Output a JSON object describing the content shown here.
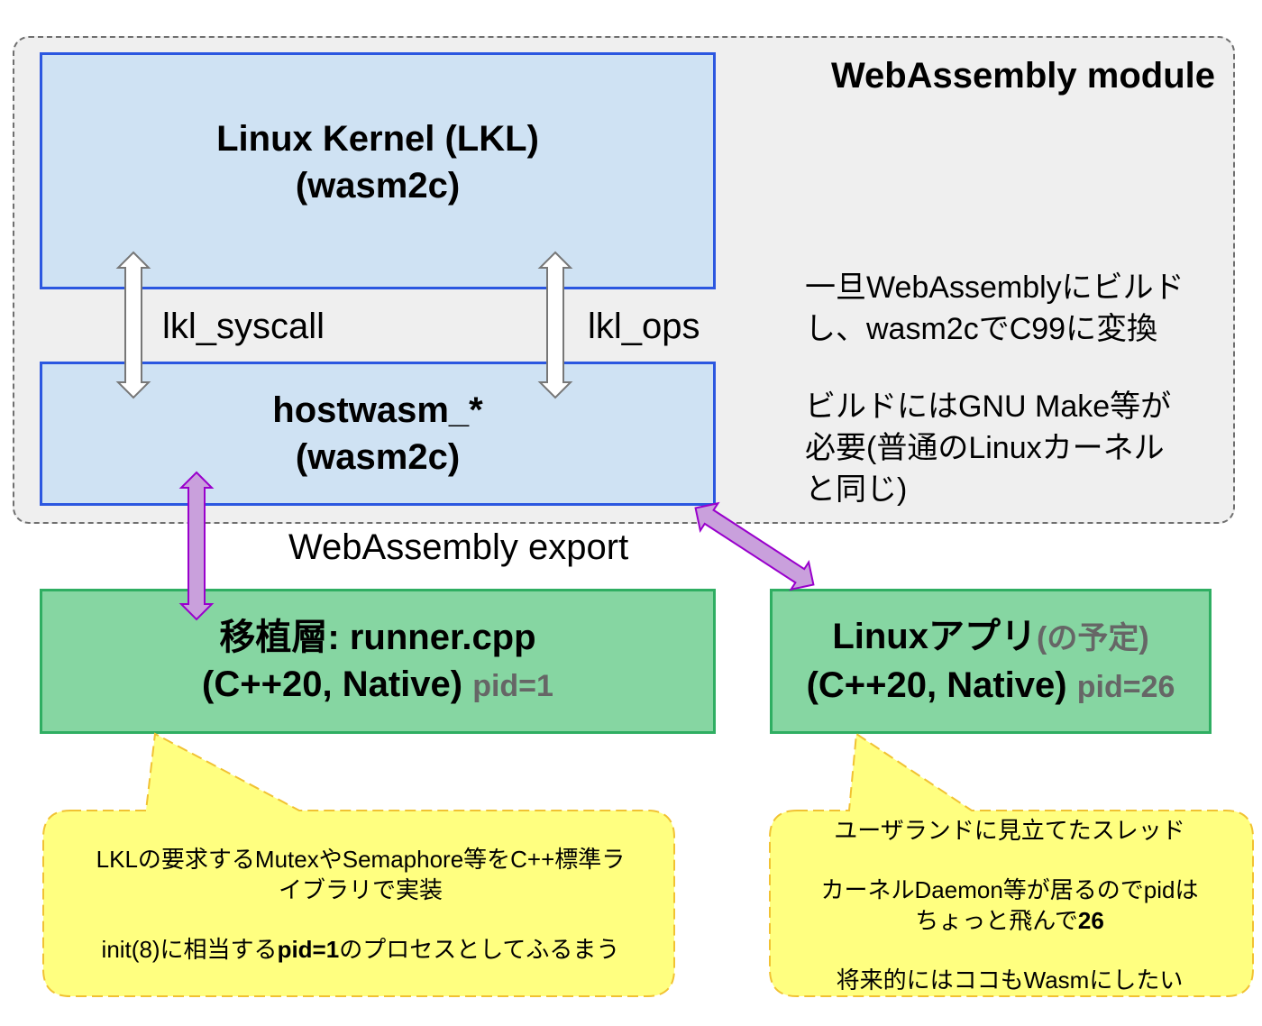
{
  "module": {
    "title": "WebAssembly module"
  },
  "kernel": {
    "line1": "Linux Kernel (LKL)",
    "line2": "(wasm2c)"
  },
  "hostwasm": {
    "line1": "hostwasm_*",
    "line2": "(wasm2c)"
  },
  "arrows": {
    "left_label": "lkl_syscall",
    "right_label": "lkl_ops",
    "export_label": "WebAssembly export"
  },
  "notes": {
    "build_line1": "一旦WebAssemblyにビルド",
    "build_line2": "し、wasm2cでC99に変換",
    "make_line1": "ビルドにはGNU Make等が",
    "make_line2": "必要(普通のLinuxカーネル",
    "make_line3": "と同じ)"
  },
  "runner": {
    "line1": "移植層: runner.cpp",
    "line2_main": "(C++20, Native)",
    "line2_pid": "pid=1"
  },
  "app": {
    "line1_main": "Linuxアプリ",
    "line1_extra": "(の予定)",
    "line2_main": "(C++20, Native)",
    "line2_pid": "pid=26"
  },
  "bubble_runner": {
    "line1": "LKLの要求するMutexやSemaphore等をC++標準ラ",
    "line2": "イブラリで実装",
    "line3_pre": "init(8)に相当する",
    "line3_bold": "pid=1",
    "line3_post": "のプロセスとしてふるまう"
  },
  "bubble_app": {
    "line1": "ユーザランドに見立てたスレッド",
    "line2": "カーネルDaemon等が居るのでpidは",
    "line3_pre": "ちょっと飛んで",
    "line3_bold": "26",
    "line4": "将来的にはココもWasmにしたい"
  },
  "colors": {
    "blue_fill": "#cfe2f3",
    "blue_border": "#2b57e0",
    "green_fill": "#86d6a2",
    "green_border": "#2fae62",
    "bubble_fill": "#ffff80",
    "bubble_border": "#f1c232",
    "purple_arrow": "#c9a0dc",
    "purple_outline": "#9900cc"
  }
}
